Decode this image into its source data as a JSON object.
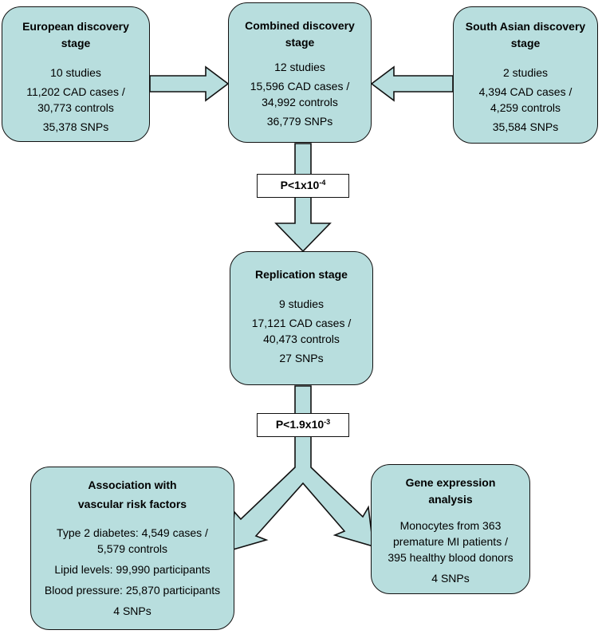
{
  "boxes": {
    "european": {
      "title_1": "European discovery",
      "title_2": "stage",
      "studies": "10 studies",
      "cases": "11,202 CAD cases /",
      "controls": "30,773 controls",
      "snps": "35,378 SNPs"
    },
    "combined": {
      "title_1": "Combined discovery",
      "title_2": "stage",
      "studies": "12 studies",
      "cases": "15,596 CAD cases /",
      "controls": "34,992 controls",
      "snps": "36,779 SNPs"
    },
    "south_asian": {
      "title_1": "South Asian discovery",
      "title_2": "stage",
      "studies": "2 studies",
      "cases": "4,394 CAD cases /",
      "controls": "4,259 controls",
      "snps": "35,584 SNPs"
    },
    "replication": {
      "title": "Replication stage",
      "studies": "9 studies",
      "cases": "17,121 CAD cases /",
      "controls": "40,473 controls",
      "snps": "27 SNPs"
    },
    "risk_factors": {
      "title_1": "Association with",
      "title_2": "vascular risk factors",
      "diabetes_1": "Type 2 diabetes: 4,549 cases /",
      "diabetes_2": "5,579 controls",
      "lipids": "Lipid levels: 99,990 participants",
      "bp": "Blood pressure: 25,870 participants",
      "snps": "4 SNPs"
    },
    "gene_expression": {
      "title_1": "Gene expression",
      "title_2": "analysis",
      "line_1": "Monocytes from 363",
      "line_2": "premature MI patients /",
      "line_3": "395 healthy blood donors",
      "snps": "4 SNPs"
    }
  },
  "thresholds": {
    "first": {
      "prefix": "P<1x10",
      "exponent": "-4"
    },
    "second": {
      "prefix": "P<1.9x10",
      "exponent": "-3"
    }
  },
  "colors": {
    "box_fill": "#b8dede",
    "outline": "#111111"
  }
}
